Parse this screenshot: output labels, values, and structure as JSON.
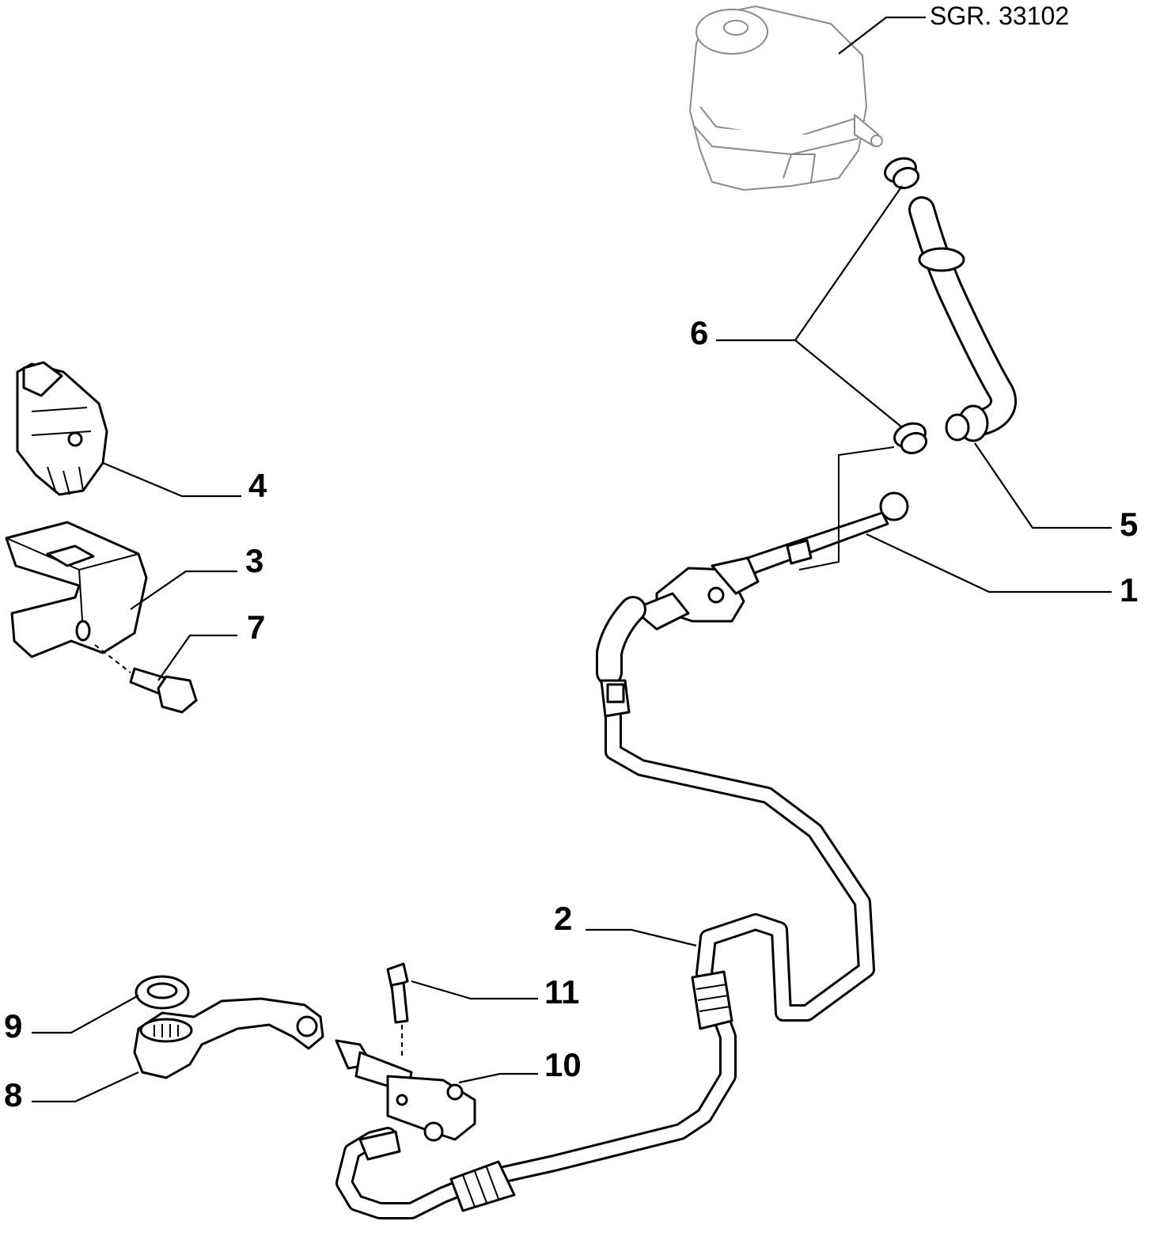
{
  "reference": {
    "code": "SGR. 33102"
  },
  "callouts": {
    "c1": "1",
    "c2": "2",
    "c3": "3",
    "c4": "4",
    "c5": "5",
    "c6": "6",
    "c7": "7",
    "c8": "8",
    "c9": "9",
    "c10": "10",
    "c11": "11"
  }
}
